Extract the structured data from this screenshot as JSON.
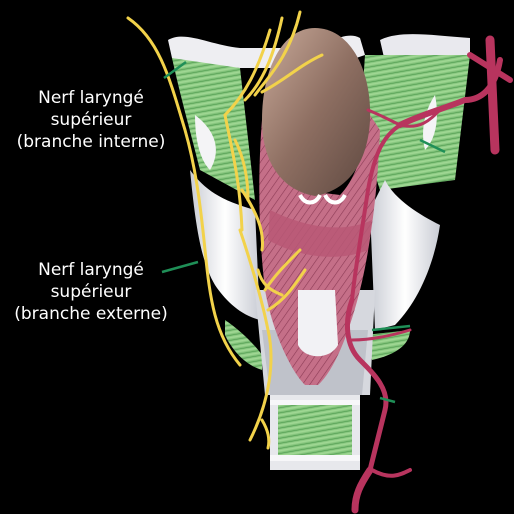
{
  "labels": {
    "internal": {
      "line1": "Nerf laryngé",
      "line2": "supérieur",
      "line3": "(branche interne)"
    },
    "external": {
      "line1": "Nerf laryngé",
      "line2": "supérieur",
      "line3": "(branche externe)"
    }
  },
  "colors": {
    "background": "#000000",
    "nerve": "#f2d24a",
    "artery": "#b8345e",
    "muscle_green": "#8fcf85",
    "muscle_red": "#c86c84",
    "cartilage": "#f4f4f6",
    "epiglottis": "#8c6f64",
    "leader_line": "#1f8f57"
  }
}
